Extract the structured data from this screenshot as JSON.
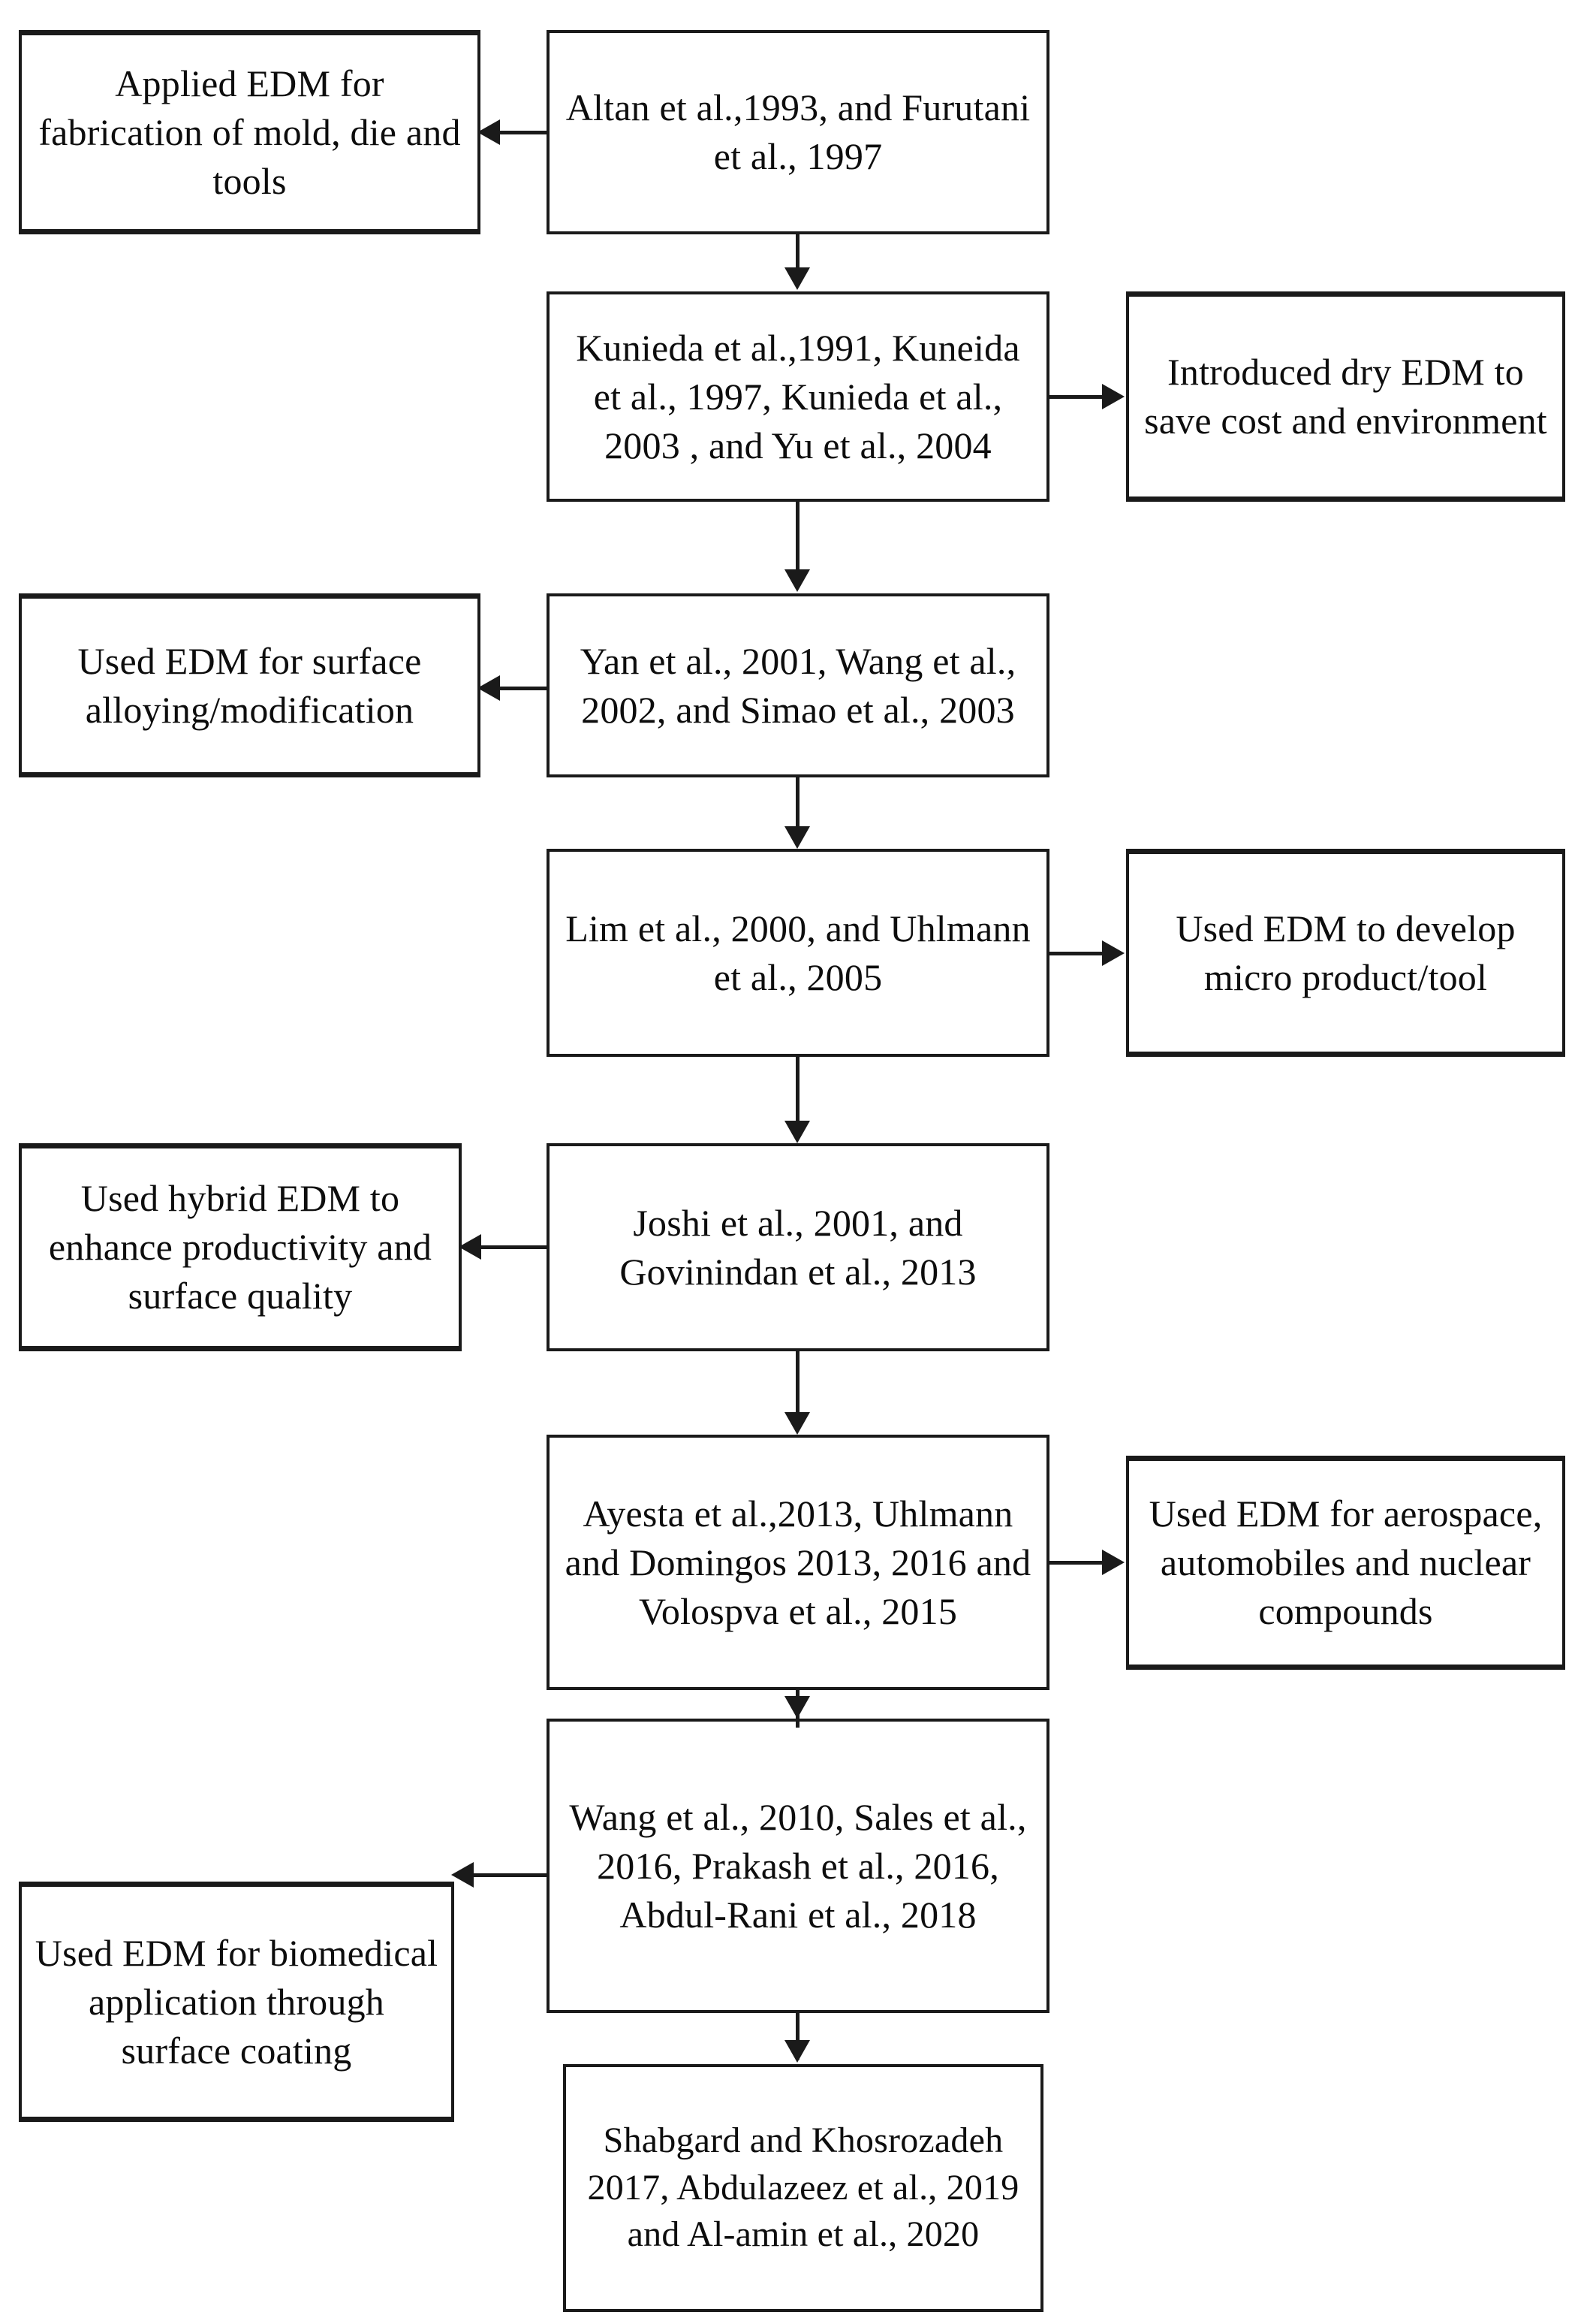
{
  "diagram": {
    "type": "flowchart",
    "orientation": "vertical-timeline-with-side-annotations",
    "background_color": "#ffffff",
    "line_color": "#1a1a1a",
    "text_color": "#0d0d0d",
    "main_chain": [
      {
        "id": "node-altan",
        "text": "Altan et al.,1993,  and Furutani et al., 1997"
      },
      {
        "id": "node-kunieda",
        "text": "Kunieda et al.,1991, Kuneida et al., 1997, Kunieda et al., 2003 , and Yu et al., 2004"
      },
      {
        "id": "node-yan",
        "text": "Yan et al., 2001, Wang et al., 2002, and Simao et al., 2003"
      },
      {
        "id": "node-lim",
        "text": "Lim et al., 2000, and Uhlmann et al., 2005"
      },
      {
        "id": "node-joshi",
        "text": "Joshi et al., 2001, and Govinindan et al., 2013"
      },
      {
        "id": "node-ayesta",
        "text": "Ayesta et al.,2013, Uhlmann and Domingos 2013, 2016 and Volospva et al., 2015"
      },
      {
        "id": "node-wang",
        "text": "Wang et al., 2010, Sales et al., 2016, Prakash et al., 2016, Abdul-Rani et al., 2018"
      },
      {
        "id": "node-shabgard",
        "text": "Shabgard and Khosrozadeh 2017, Abdulazeez et al., 2019 and Al-amin et al., 2020"
      }
    ],
    "annotations_left": [
      {
        "id": "note-mold-die-tools",
        "text": "Applied EDM for fabrication of mold, die and tools",
        "source": "node-altan",
        "arrow": "left"
      },
      {
        "id": "note-surface-alloying",
        "text": "Used EDM for surface alloying/modification",
        "source": "node-yan",
        "arrow": "left"
      },
      {
        "id": "note-hybrid-edm",
        "text": "Used hybrid EDM to enhance productivity and surface quality",
        "source": "node-joshi",
        "arrow": "left"
      },
      {
        "id": "note-biomedical",
        "text": "Used EDM for biomedical application through surface coating",
        "source": "node-wang",
        "arrow": "left"
      }
    ],
    "annotations_right": [
      {
        "id": "note-dry-edm",
        "text": "Introduced dry EDM to save cost and environment",
        "source": "node-kunieda",
        "arrow": "right"
      },
      {
        "id": "note-micro-product",
        "text": "Used EDM to develop micro product/tool",
        "source": "node-lim",
        "arrow": "right"
      },
      {
        "id": "note-aerospace",
        "text": "Used EDM for aerospace, automobiles and nuclear compounds",
        "source": "node-ayesta",
        "arrow": "right"
      }
    ]
  }
}
